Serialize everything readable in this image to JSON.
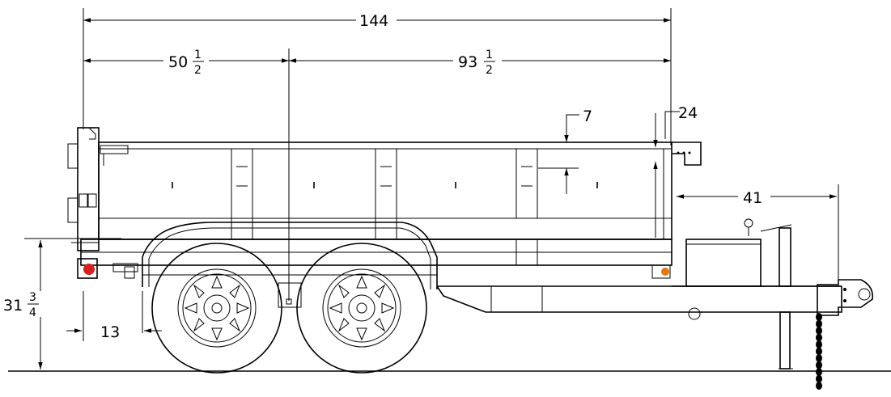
{
  "dimensions": {
    "overall_length": "144",
    "front_section_whole": "50",
    "front_section_num": "1",
    "front_section_den": "2",
    "rear_section_whole": "93",
    "rear_section_num": "1",
    "rear_section_den": "2",
    "side_height": "24",
    "top_rail": "7",
    "tongue_length": "41",
    "deck_height_whole": "31",
    "deck_height_num": "3",
    "deck_height_den": "4",
    "rear_overhang": "13"
  },
  "colors": {
    "line": "#000000",
    "background": "#ffffff",
    "light_red": "#d62020",
    "light_amber": "#e07a10"
  }
}
